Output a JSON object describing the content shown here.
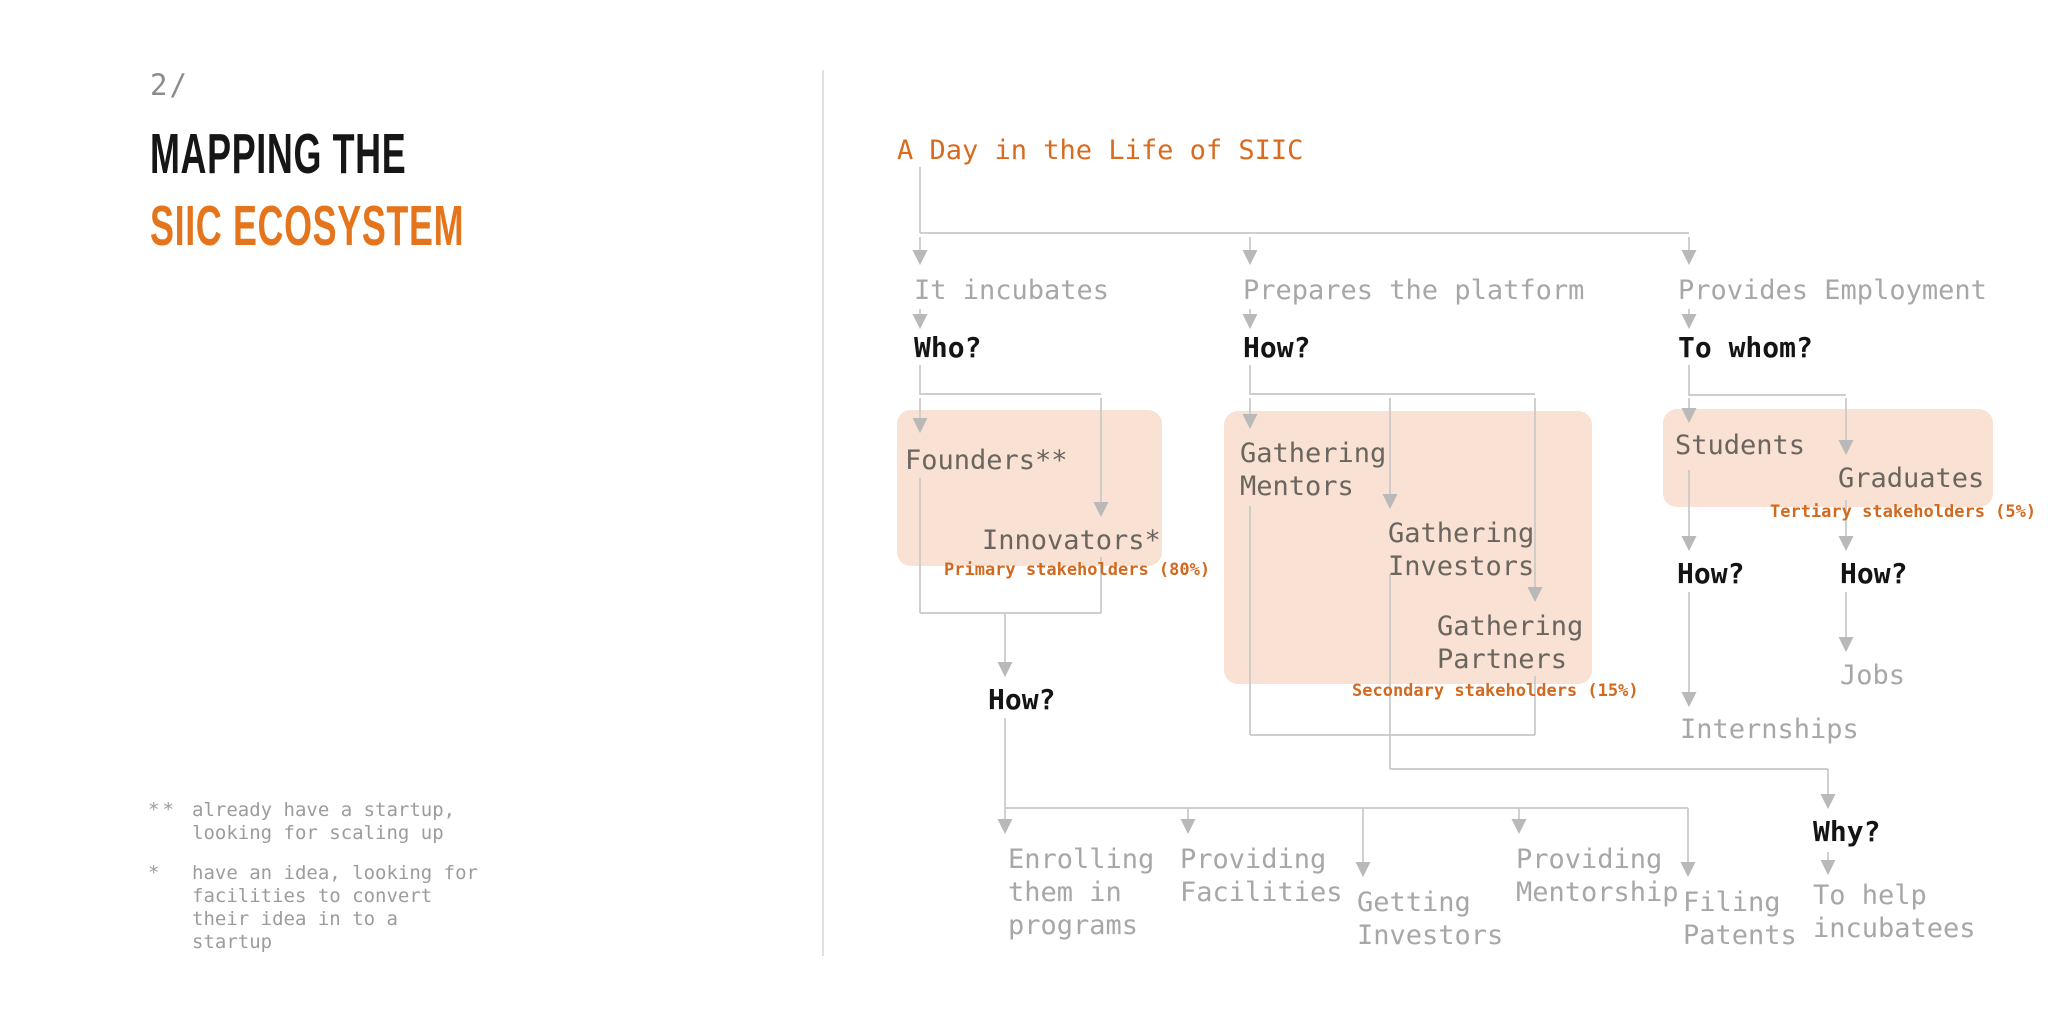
{
  "colors": {
    "accent_orange_heading": "#e5751c",
    "diagram_orange": "#d96a1e",
    "stakeholder_orange": "#d3691e",
    "highlight_box": "#f9e1d3",
    "connector_gray": "#c8c8c8",
    "label_gray": "#a7a7a7",
    "item_gray": "#6a655f",
    "question_black": "#141414"
  },
  "left_panel": {
    "page_number": "2/",
    "title_line1": "MAPPING THE",
    "title_line2": "SIIC ECOSYSTEM",
    "footnotes": [
      {
        "marker": "**",
        "text": "already have a startup,\nlooking for scaling up"
      },
      {
        "marker": "*",
        "text": "have an idea, looking for\nfacilities to convert\ntheir idea in to a\nstartup"
      }
    ]
  },
  "diagram": {
    "title": "A Day in the Life of SIIC",
    "columns": [
      {
        "function": "It incubates",
        "question": "Who?",
        "items": [
          "Founders**",
          "Innovators*"
        ],
        "stakeholder_label": "Primary stakeholders (80%)",
        "next_question": "How?"
      },
      {
        "function": "Prepares the platform",
        "question": "How?",
        "items": [
          "Gathering\nMentors",
          "Gathering\nInvestors",
          "Gathering\nPartners"
        ],
        "stakeholder_label": "Secondary stakeholders (15%)"
      },
      {
        "function": "Provides Employment",
        "question": "To whom?",
        "items": [
          "Students",
          "Graduates"
        ],
        "stakeholder_label": "Tertiary stakeholders (5%)",
        "item_questions": [
          "How?",
          "How?"
        ],
        "item_outcomes": [
          "Internships",
          "Jobs"
        ]
      }
    ],
    "activities": [
      "Enrolling\nthem in\nprograms",
      "Providing\nFacilities",
      "Getting\nInvestors",
      "Providing\nMentorship",
      "Filing\nPatents"
    ],
    "why_question": "Why?",
    "why_answer": "To help\nincubatees"
  }
}
